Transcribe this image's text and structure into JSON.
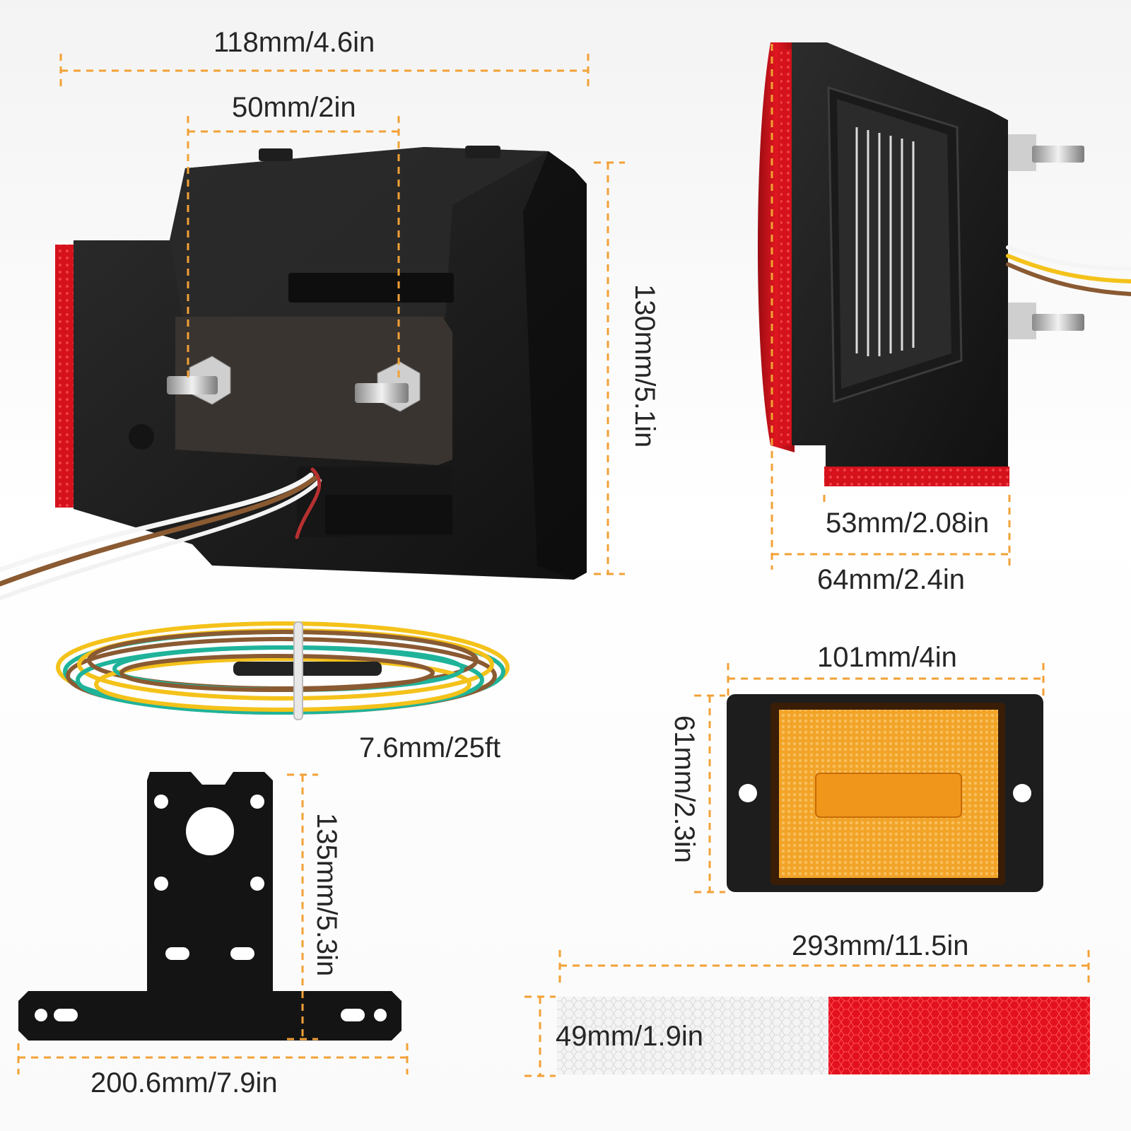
{
  "colors": {
    "dimension_line": "#f2a136",
    "housing": "#1c1c1c",
    "lens_red": "#d0131c",
    "lens_amber": "#f4a21e",
    "reflective_white": "#f2f2f2",
    "reflective_red": "#e0101c",
    "wire_white": "#f5f5f5",
    "wire_brown": "#8a5a32",
    "wire_yellow": "#f4c21a",
    "wire_green": "#1fb39a"
  },
  "products": {
    "tail_light_back": {
      "width_label": "118mm/4.6in",
      "stud_spacing_label": "50mm/2in",
      "height_label": "130mm/5.1in"
    },
    "tail_light_side": {
      "depth_label": "53mm/2.08in",
      "overall_depth_label": "64mm/2.4in"
    },
    "wire_harness": {
      "length_label": "7.6mm/25ft"
    },
    "side_marker": {
      "width_label": "101mm/4in",
      "height_label": "61mm/2.3in"
    },
    "license_bracket": {
      "height_label": "135mm/5.3in",
      "width_label": "200.6mm/7.9in"
    },
    "reflective_tape": {
      "length_label": "293mm/11.5in",
      "width_label": "49mm/1.9in"
    }
  }
}
